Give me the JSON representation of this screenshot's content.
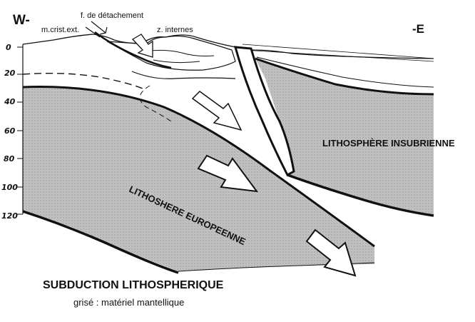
{
  "labels": {
    "west": "W-",
    "east": "-E",
    "crystalline_massifs": "m.crist.ext.",
    "detachment_fault": "f. de détachement",
    "internal_zones": "z. internes",
    "insubric_lithosphere": "LITHOSPHÈRE INSUBRIENNE",
    "european_lithosphere": "LITHOSHERE EUROPEENNE"
  },
  "depth_axis": {
    "ticks": [
      "0",
      "20",
      "40",
      "60",
      "80",
      "100",
      "120"
    ]
  },
  "caption": {
    "title": "SUBDUCTION LITHOSPHERIQUE",
    "legend": "grisé : matériel mantellique"
  },
  "colors": {
    "mantle_fill": "#bdbdbd",
    "stroke": "#111111",
    "background": "#ffffff"
  }
}
